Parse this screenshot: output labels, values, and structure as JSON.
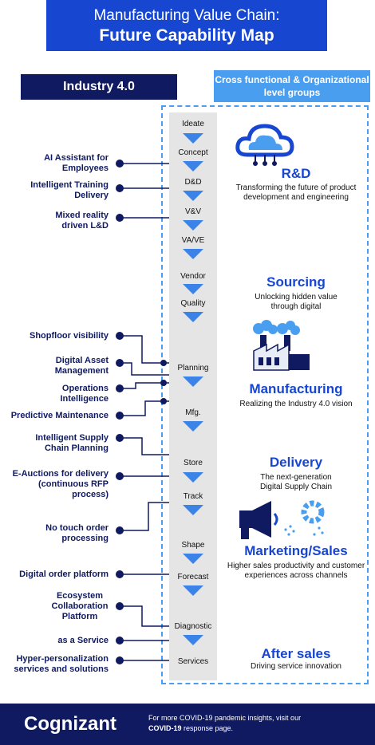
{
  "title": {
    "line1": "Manufacturing Value Chain:",
    "line2": "Future Capability Map"
  },
  "left_header": "Industry 4.0",
  "right_header": "Cross functional & Organizational level groups",
  "stages": [
    "Ideate",
    "Concept",
    "D&D",
    "V&V",
    "VA/VE",
    "Vendor",
    "Quality",
    "Planning",
    "Mfg.",
    "Store",
    "Track",
    "Shape",
    "Forecast",
    "Diagnostic",
    "Services"
  ],
  "capabilities": [
    "AI Assistant for Employees",
    "Intelligent Training Delivery",
    "Mixed reality driven L&D",
    "Shopfloor visibility",
    "Digital Asset Management",
    "Operations Intelligence",
    "Predictive Maintenance",
    "Intelligent Supply Chain Planning",
    "E-Auctions for delivery (continuous RFP process)",
    "No touch order processing",
    "Digital order platform",
    "Ecosystem Collaboration Platform",
    "as a Service",
    "Hyper-personalization services and solutions"
  ],
  "groups": [
    {
      "title": "R&D",
      "sub": "Transforming the future of product development and engineering",
      "icon": "cloud-network-icon"
    },
    {
      "title": "Sourcing",
      "sub": "Unlocking hidden value through digital",
      "icon": ""
    },
    {
      "title": "Manufacturing",
      "sub": "Realizing the Industry 4.0 vision",
      "icon": "factory-icon"
    },
    {
      "title": "Delivery",
      "sub": "The next-generation Digital Supply Chain",
      "icon": ""
    },
    {
      "title": "Marketing/Sales",
      "sub": "Higher sales productivity and customer experiences across channels",
      "icon": "megaphone-icon"
    },
    {
      "title": "After sales",
      "sub": "Driving service innovation",
      "icon": ""
    }
  ],
  "footer": {
    "brand": "Cognizant",
    "note_line1": "For more COVID-19 pandemic insights, visit our",
    "note_bold": "COVID-19",
    "note_line2": " response page."
  },
  "colors": {
    "primary": "#1746d1",
    "navy": "#101a60",
    "accent": "#4a9ef0",
    "arrow": "#3c83e8"
  }
}
